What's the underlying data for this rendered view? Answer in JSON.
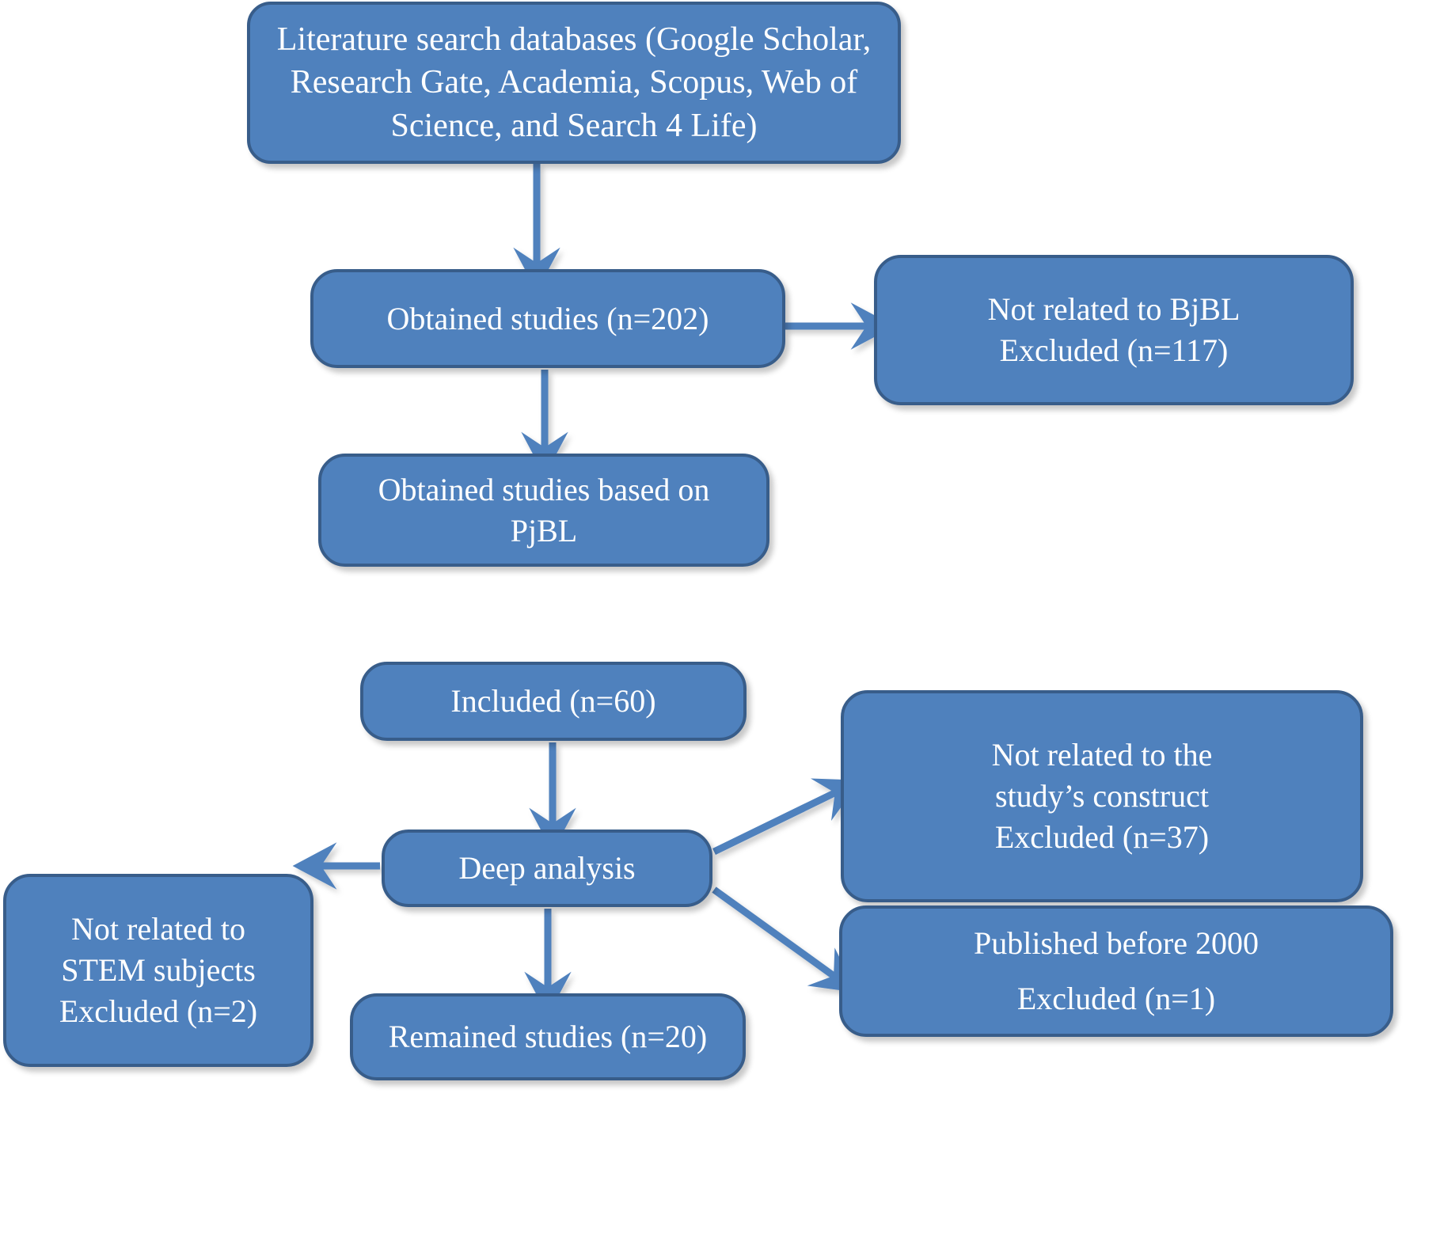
{
  "diagram": {
    "title": "Literature search and study selection flowchart",
    "type": "flowchart",
    "colors": {
      "node_fill": "#4f81bd",
      "node_border": "#385d8a",
      "node_text": "#ffffff",
      "arrow": "#4f81bd",
      "background": "#ffffff"
    },
    "nodes": [
      {
        "id": "databases",
        "lines": [
          "Literature search databases (Google Scholar,",
          "Research Gate, Academia, Scopus, Web of",
          "Science, and Search 4 Life)"
        ]
      },
      {
        "id": "obtained",
        "lines": [
          "Obtained studies (n=202)"
        ]
      },
      {
        "id": "not_bjbl",
        "lines": [
          "Not related to BjBL",
          "Excluded (n=117)"
        ]
      },
      {
        "id": "pjbl",
        "lines": [
          "Obtained studies based on",
          "PjBL"
        ]
      },
      {
        "id": "included",
        "lines": [
          "Included (n=60)"
        ]
      },
      {
        "id": "stem",
        "lines": [
          "Not related to",
          "STEM subjects",
          "Excluded (n=2)"
        ]
      },
      {
        "id": "deep",
        "lines": [
          "Deep analysis"
        ]
      },
      {
        "id": "construct",
        "lines": [
          "Not related to the",
          "study’s construct",
          "Excluded (n=37)"
        ]
      },
      {
        "id": "published",
        "lines": [
          "Published before 2000",
          "",
          "Excluded (n=1)"
        ]
      },
      {
        "id": "remained",
        "lines": [
          "Remained studies (n=20)"
        ]
      }
    ],
    "edges": [
      {
        "from": "databases",
        "to": "obtained",
        "direction": "down"
      },
      {
        "from": "obtained",
        "to": "not_bjbl",
        "direction": "right"
      },
      {
        "from": "obtained",
        "to": "pjbl",
        "direction": "down"
      },
      {
        "from": "included",
        "to": "deep",
        "direction": "down"
      },
      {
        "from": "deep",
        "to": "stem",
        "direction": "left"
      },
      {
        "from": "deep",
        "to": "construct",
        "direction": "up-right"
      },
      {
        "from": "deep",
        "to": "published",
        "direction": "down-right"
      },
      {
        "from": "deep",
        "to": "remained",
        "direction": "down"
      }
    ]
  }
}
